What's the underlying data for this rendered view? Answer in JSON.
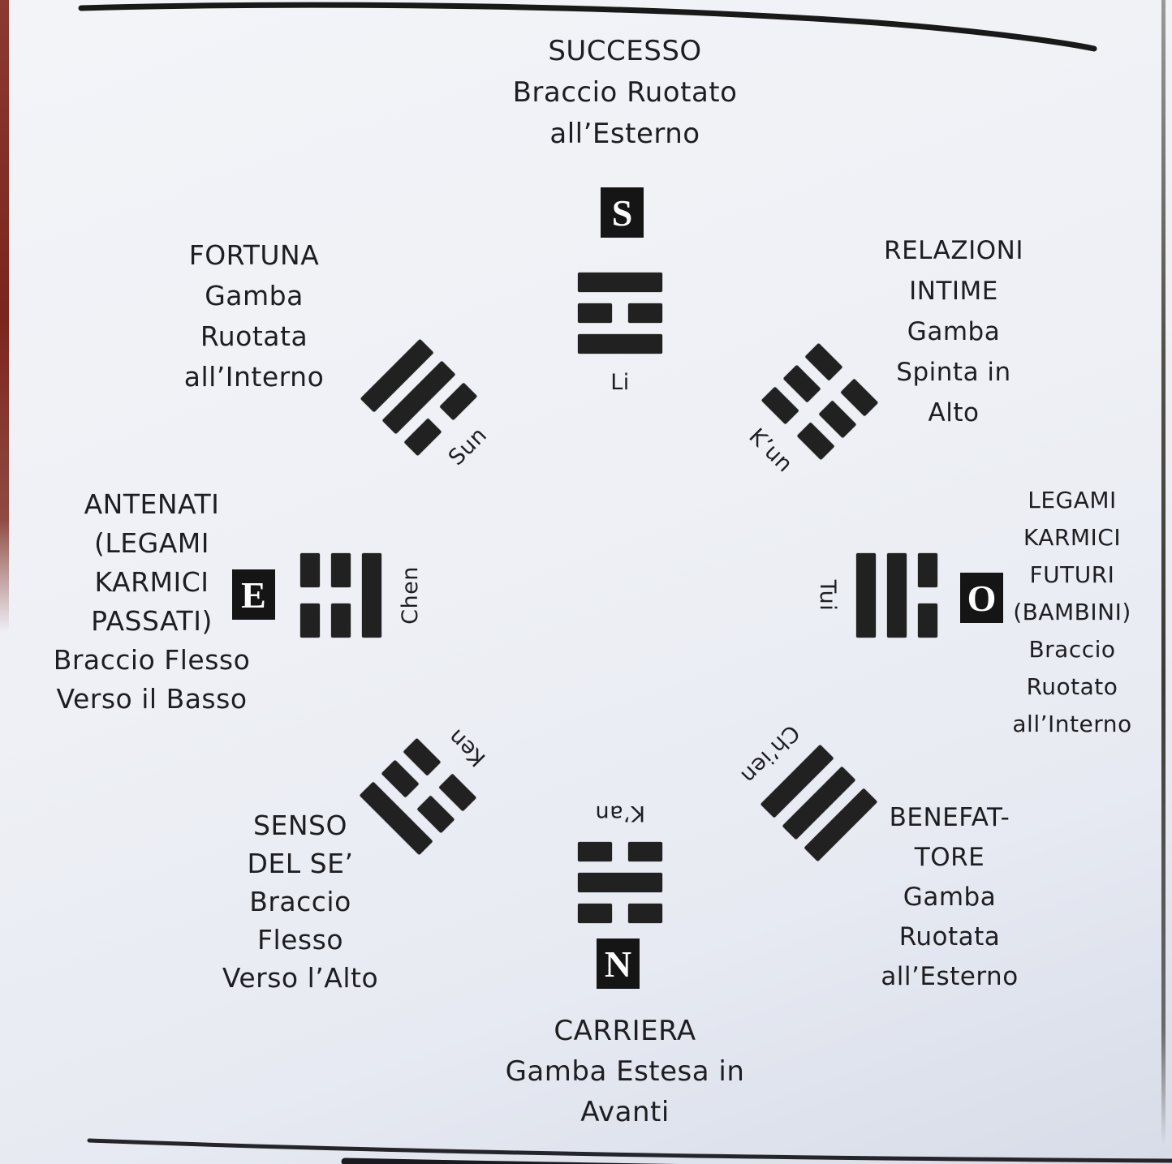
{
  "page": {
    "paper_color": "#eef0f5",
    "ink_color": "#1e1e22",
    "left_edge_strip_color": "#7c241e",
    "right_edge_line_color": "#3c3a36"
  },
  "sectors": {
    "successo": {
      "lines": [
        "SUCCESSO",
        "Braccio Ruotato",
        "all’Esterno"
      ]
    },
    "fortuna": {
      "lines": [
        "FORTUNA",
        "Gamba",
        "Ruotata",
        "all’Interno"
      ]
    },
    "relazioni": {
      "lines": [
        "RELAZIONI",
        "INTIME",
        "Gamba",
        "Spinta in",
        "Alto"
      ]
    },
    "antenati": {
      "lines": [
        "ANTENATI",
        "(LEGAMI",
        "KARMICI",
        "PASSATI)",
        "Braccio Flesso",
        "Verso il Basso"
      ]
    },
    "legami": {
      "lines": [
        "LEGAMI",
        "KARMICI",
        "FUTURI",
        "(BAMBINI)",
        "Braccio",
        "Ruotato",
        "all’Interno"
      ]
    },
    "senso": {
      "lines": [
        "SENSO",
        "DEL SE’",
        "Braccio",
        "Flesso",
        "Verso l’Alto"
      ]
    },
    "carriera": {
      "lines": [
        "CARRIERA",
        "Gamba Estesa in",
        "Avanti"
      ]
    },
    "benefattore": {
      "lines": [
        "BENEFAT-",
        "TORE",
        "Gamba",
        "Ruotata",
        "all’Esterno"
      ]
    }
  },
  "cardinal_letters": {
    "south_top": "S",
    "east_left": "E",
    "west_right": "O",
    "north_bottom": "N"
  },
  "trigrams": {
    "li": {
      "name": "Li",
      "pattern": [
        "solid",
        "broken",
        "solid"
      ]
    },
    "sun": {
      "name": "Sun",
      "pattern": [
        "solid",
        "solid",
        "broken"
      ]
    },
    "kun": {
      "name": "K’un",
      "pattern": [
        "broken",
        "broken",
        "broken"
      ]
    },
    "chen": {
      "name": "Chen",
      "pattern": [
        "broken",
        "broken",
        "solid"
      ]
    },
    "tui": {
      "name": "Tui",
      "pattern": [
        "broken",
        "solid",
        "solid"
      ]
    },
    "ken": {
      "name": "Ken",
      "pattern": [
        "solid",
        "broken",
        "broken"
      ]
    },
    "kan": {
      "name": "K’an",
      "pattern": [
        "broken",
        "solid",
        "broken"
      ]
    },
    "chien": {
      "name": "Ch’ien",
      "pattern": [
        "solid",
        "solid",
        "solid"
      ]
    }
  }
}
